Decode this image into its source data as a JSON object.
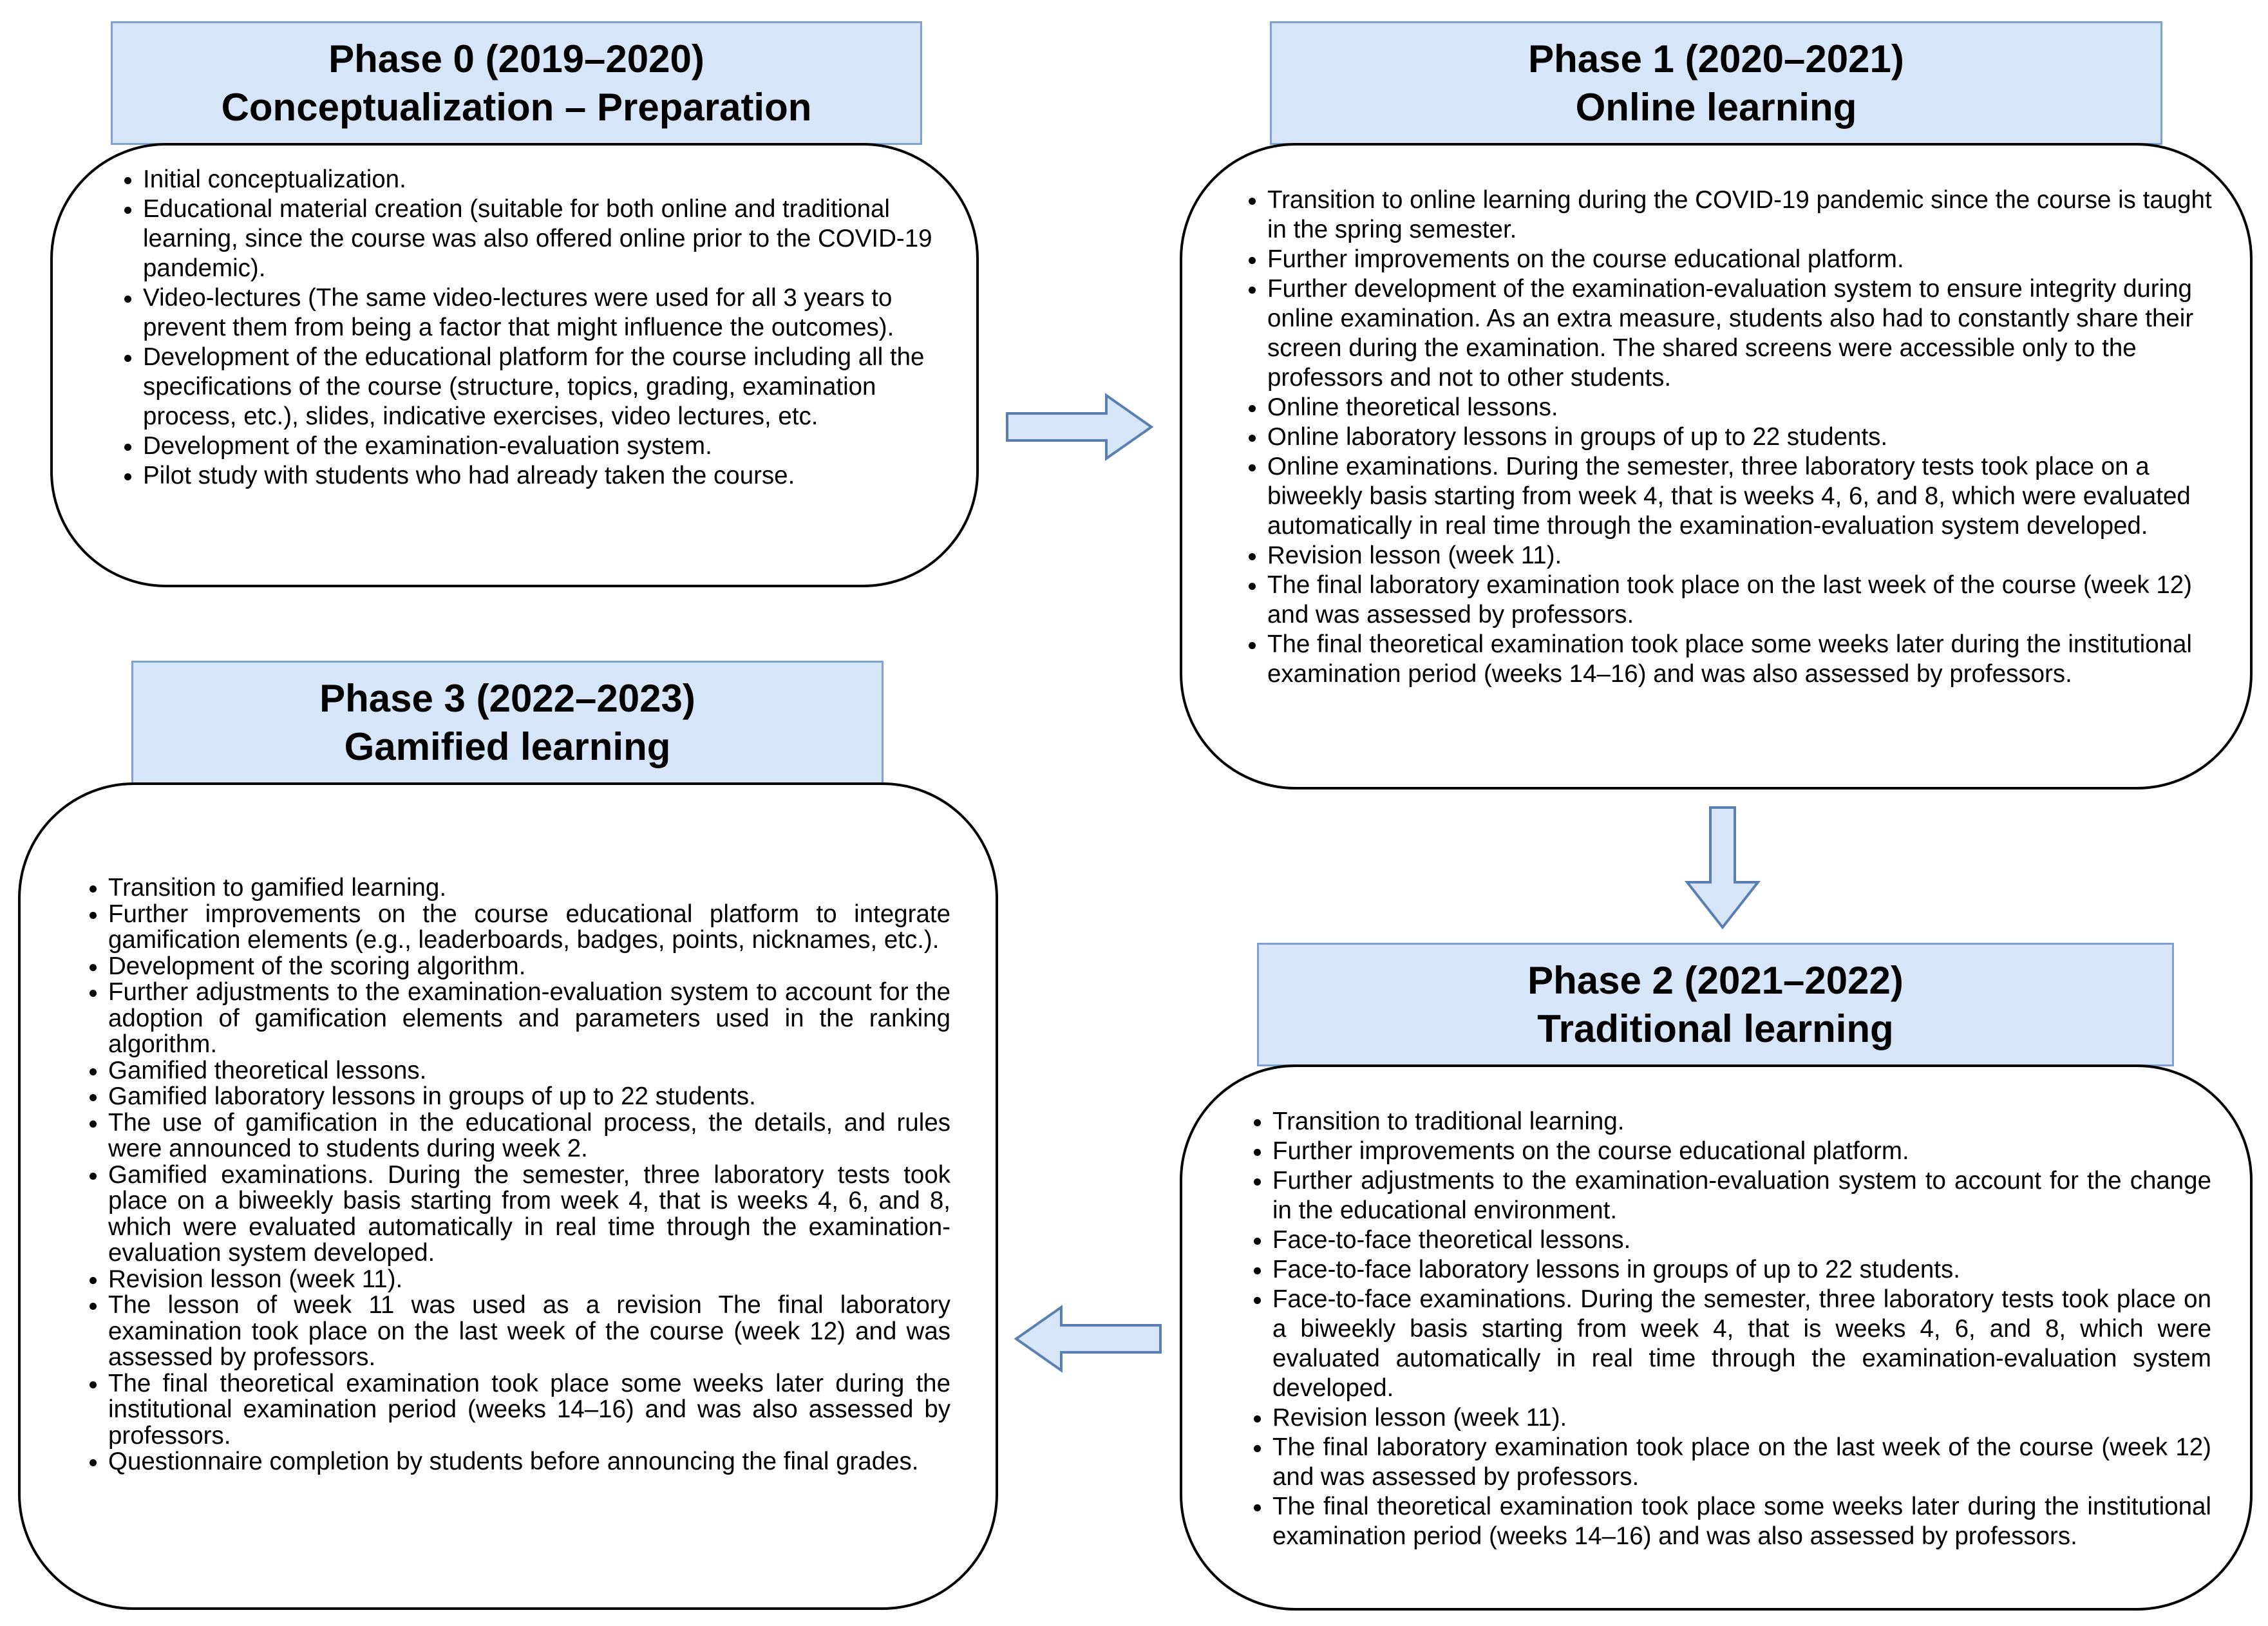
{
  "phases": {
    "p0": {
      "heading_line1": "Phase 0 (2019–2020)",
      "heading_line2": "Conceptualization – Preparation",
      "items": [
        "Initial conceptualization.",
        "Educational material creation (suitable for both online and traditional learning, since the course was also offered online prior to the COVID-19 pandemic).",
        "Video-lectures (The same video-lectures were used for all 3 years to prevent them from being a factor that might influence the outcomes).",
        "Development of the educational platform for the course including all the specifications of the course (structure, topics, grading, examination process, etc.), slides, indicative exercises, video lectures, etc.",
        "Development of the examination-evaluation system.",
        "Pilot study with students who had already taken the course."
      ]
    },
    "p1": {
      "heading_line1": "Phase 1 (2020–2021)",
      "heading_line2": "Online learning",
      "items": [
        "Transition to online learning during the COVID-19 pandemic since the course is taught in the spring semester.",
        "Further improvements on the course educational platform.",
        "Further development of the examination-evaluation system to ensure integrity during online examination. As an extra measure, students also had to constantly share their screen during the examination. The shared screens were accessible only to the professors and not to other students.",
        "Online theoretical lessons.",
        "Online laboratory lessons in groups of up to 22 students.",
        "Online examinations. During the semester, three laboratory tests took place on a biweekly basis starting from week 4, that is weeks 4, 6, and 8, which were evaluated automatically in real time through the examination-evaluation system developed.",
        "Revision lesson (week 11).",
        "The final laboratory examination took place on the last week of the course (week 12) and was assessed by professors.",
        "The final theoretical examination took place some weeks later during the institutional examination period (weeks 14–16) and was also assessed by professors."
      ]
    },
    "p2": {
      "heading_line1": "Phase 2 (2021–2022)",
      "heading_line2": "Traditional learning",
      "items": [
        "Transition to traditional learning.",
        "Further improvements on the course educational platform.",
        "Further adjustments to the examination-evaluation system to account for the change in the educational environment.",
        "Face-to-face theoretical lessons.",
        "Face-to-face laboratory lessons in groups of up to 22 students.",
        "Face-to-face examinations. During the semester, three laboratory tests took place on a biweekly basis starting from week 4, that is weeks 4, 6, and 8, which were evaluated automatically in real time through the examination-evaluation system developed.",
        "Revision lesson (week 11).",
        "The final laboratory examination took place on the last week of the course (week 12) and was assessed by professors.",
        "The final theoretical examination took place some weeks later during the institutional examination period (weeks 14–16) and was also assessed by professors."
      ]
    },
    "p3": {
      "heading_line1": "Phase 3 (2022–2023)",
      "heading_line2": "Gamified learning",
      "items": [
        "Transition to gamified learning.",
        "Further improvements on the course educational platform to integrate gamification elements (e.g., leaderboards, badges, points, nicknames, etc.).",
        "Development of the scoring algorithm.",
        "Further adjustments to the examination-evaluation system to account for the adoption of gamification elements and parameters used in the ranking algorithm.",
        "Gamified theoretical lessons.",
        "Gamified laboratory lessons in groups of up to 22 students.",
        "The use of gamification in the educational process, the details, and rules were announced to students during week 2.",
        "Gamified examinations. During the semester, three laboratory tests took place on a biweekly basis starting from week 4, that is weeks 4, 6, and 8, which were evaluated automatically in real time through the examination-evaluation system developed.",
        "Revision lesson (week 11).",
        "The lesson of week 11 was used as a revision The final laboratory examination took place on the last week of the course (week 12) and was assessed by professors.",
        "The final theoretical examination took place some weeks later during the institutional examination period (weeks 14–16) and was also assessed by professors.",
        "Questionnaire completion by students before announcing the final grades."
      ]
    }
  },
  "colors": {
    "title_fill": "#d6e5f7",
    "title_border": "#7ea1cf",
    "arrow_fill": "#d6e5f7",
    "arrow_stroke": "#5a7fb0"
  }
}
